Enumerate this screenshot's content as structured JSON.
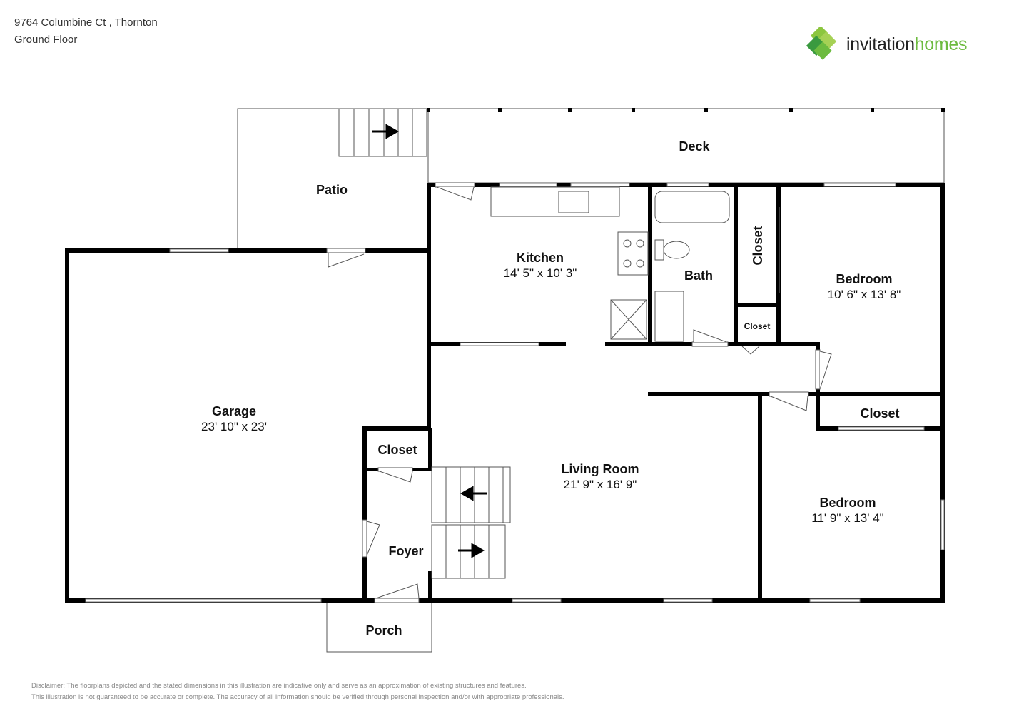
{
  "header": {
    "address": "9764 Columbine Ct , Thornton",
    "floor": "Ground Floor"
  },
  "logo": {
    "word1": "invitation",
    "word2": "homes",
    "colors": {
      "dark": "#222222",
      "green": "#6dbb3f"
    }
  },
  "rooms": {
    "deck": {
      "name": "Deck"
    },
    "patio": {
      "name": "Patio"
    },
    "kitchen": {
      "name": "Kitchen",
      "dims": "14' 5\" x 10' 3\""
    },
    "bath": {
      "name": "Bath"
    },
    "closet1": {
      "name": "Closet"
    },
    "closet2": {
      "name": "Closet"
    },
    "bedroom1": {
      "name": "Bedroom",
      "dims": "10' 6\" x 13' 8\""
    },
    "garage": {
      "name": "Garage",
      "dims": "23' 10\" x 23'"
    },
    "garage_closet": {
      "name": "Closet"
    },
    "living": {
      "name": "Living Room",
      "dims": "21' 9\" x 16' 9\""
    },
    "foyer": {
      "name": "Foyer"
    },
    "closet3": {
      "name": "Closet"
    },
    "bedroom2": {
      "name": "Bedroom",
      "dims": "11' 9\" x 13' 4\""
    },
    "porch": {
      "name": "Porch"
    }
  },
  "disclaimer": {
    "line1": "Disclaimer: The floorplans depicted and the stated dimensions in this illustration are indicative only and serve as an approximation of existing structures and features.",
    "line2": "This illustration is not guaranteed to be accurate or complete. The accuracy of all information should be verified through personal inspection and/or with appropriate professionals."
  }
}
